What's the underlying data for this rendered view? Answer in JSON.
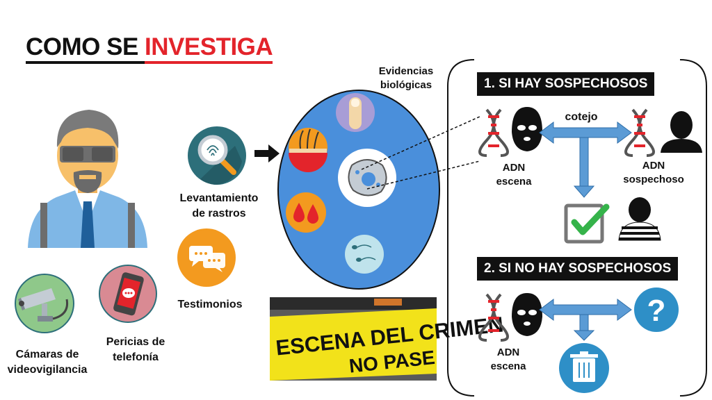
{
  "title": {
    "part1": "COMO SE ",
    "part2": "INVESTIGA"
  },
  "labels": {
    "evidencias": [
      "Evidencias",
      "biológicas"
    ],
    "levantamiento": [
      "Levantamiento",
      "de rastros"
    ],
    "testimonios": "Testimonios",
    "camaras": [
      "Cámaras de",
      "videovigilancia"
    ],
    "pericias": [
      "Pericias de",
      "telefonía"
    ]
  },
  "scene_tape": {
    "line1": "ESCENA DEL CRIMEN",
    "line2": "NO PASE"
  },
  "panel": {
    "case1": {
      "banner": "1. SI HAY SOSPECHOSOS",
      "cotejo": "cotejo",
      "adn_escena": [
        "ADN",
        "escena"
      ],
      "adn_sospechoso": [
        "ADN",
        "sospechoso"
      ]
    },
    "case2": {
      "banner": "2. SI NO HAY SOSPECHOSOS",
      "adn_escena": [
        "ADN",
        "escena"
      ],
      "question_mark": "?"
    }
  },
  "colors": {
    "accent_red": "#e3242b",
    "oval_blue": "#4a8fdb",
    "teal": "#2d6f7a",
    "orange": "#f39a1f",
    "arrow_blue": "#5b9bd5",
    "check_green": "#35b34a",
    "tape_yellow": "#f2e21a"
  },
  "icons": [
    "person-sunglasses-icon",
    "magnifier-fingerprint-icon",
    "chat-bubbles-icon",
    "cctv-camera-icon",
    "smartphone-chat-icon",
    "finger-icon",
    "hair-follicle-icon",
    "blood-drops-icon",
    "cell-icon",
    "sperm-icon",
    "dna-icon",
    "masked-criminal-icon",
    "suspect-silhouette-icon",
    "checkmark-icon",
    "prisoner-icon",
    "question-mark-icon",
    "trash-can-icon",
    "arrow-right-icon"
  ]
}
